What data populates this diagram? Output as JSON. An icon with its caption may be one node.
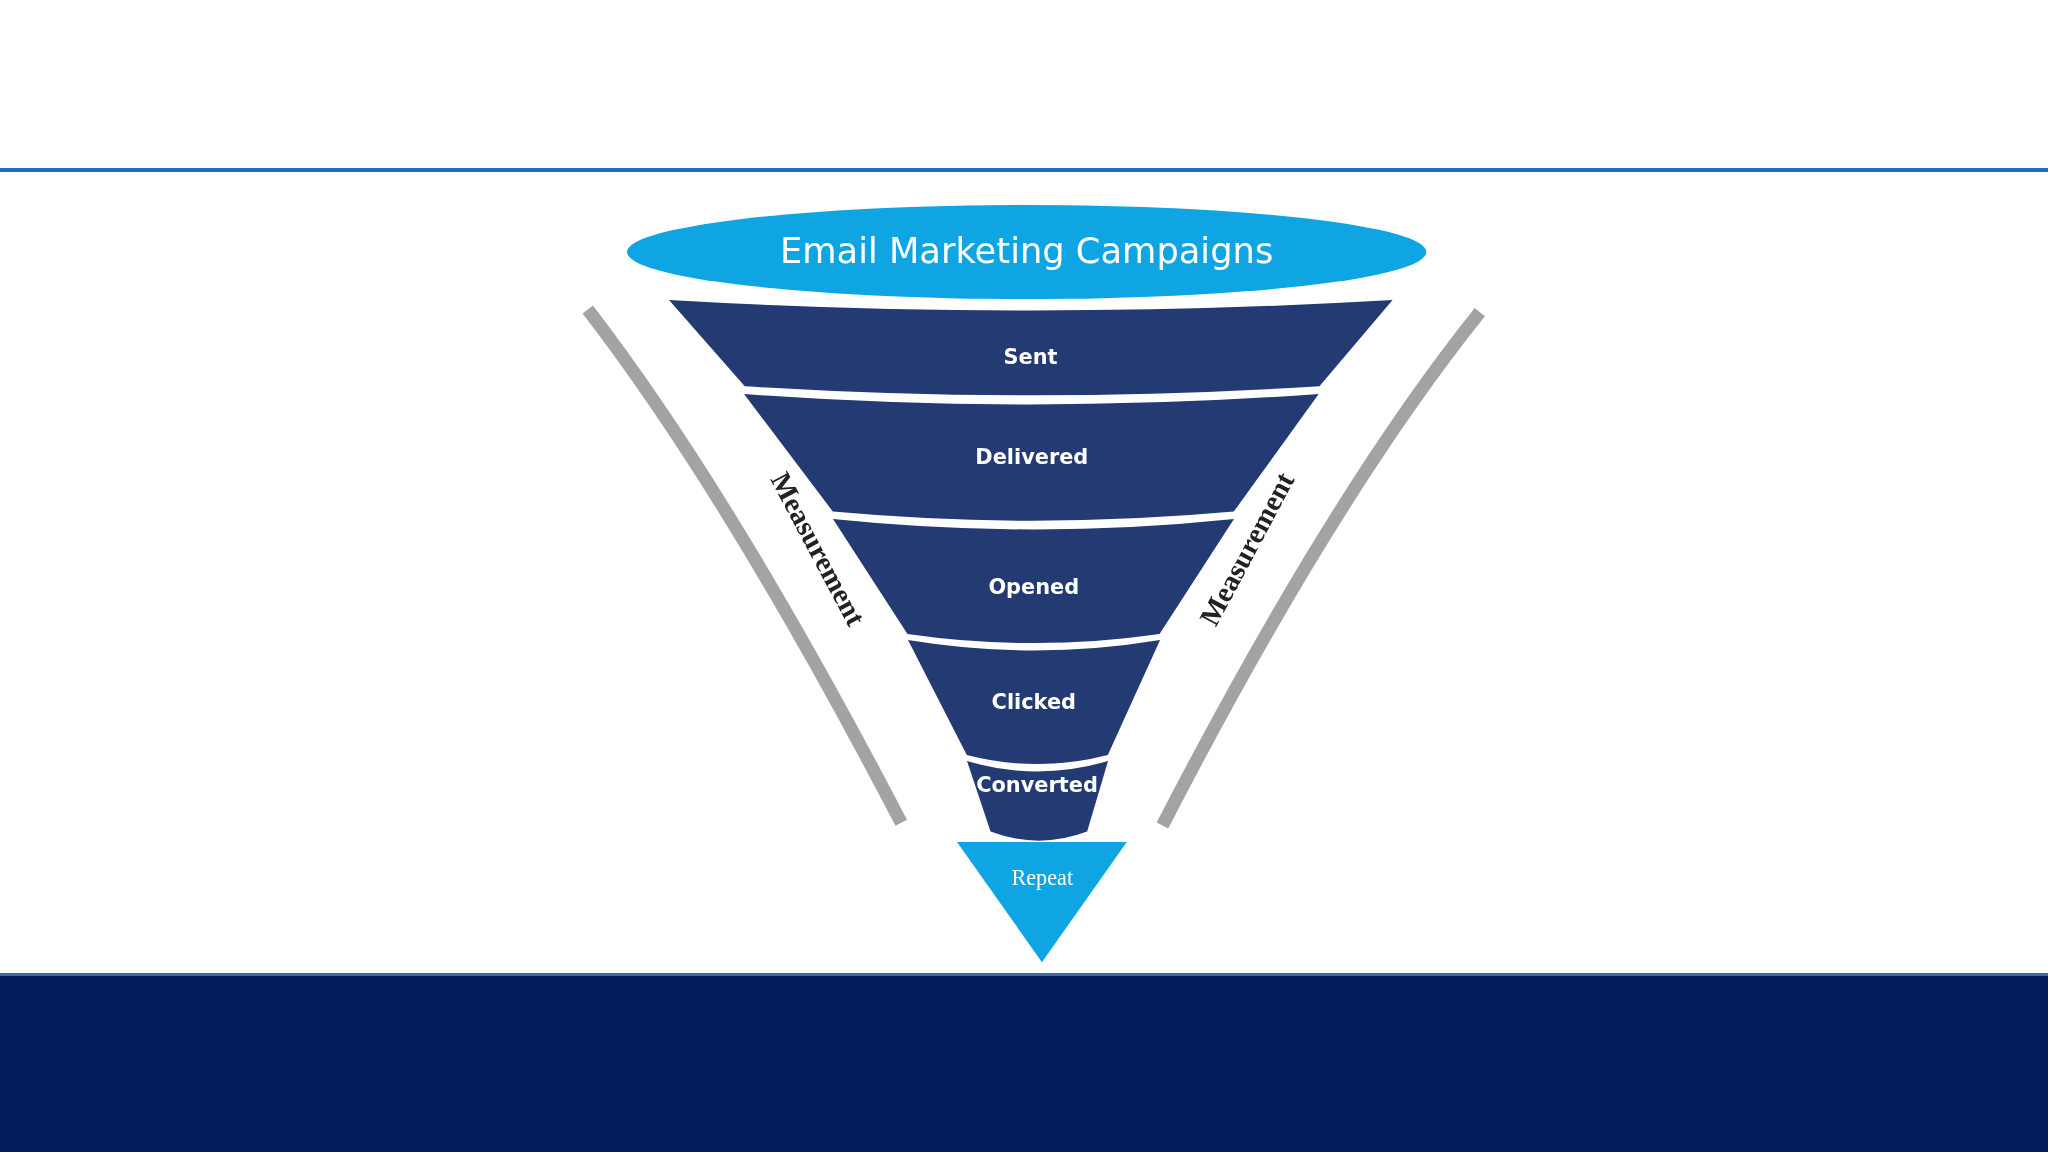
{
  "diagram": {
    "nodes": [
      {
        "text": [
          "Email Marketing Campaigns"
        ]
      },
      {
        "text": [
          "Sent"
        ]
      },
      {
        "text": [
          "Delivered"
        ]
      },
      {
        "text": [
          "Opened"
        ]
      },
      {
        "text": [
          "Clicked"
        ]
      },
      {
        "text": [
          "Converted"
        ]
      },
      {
        "text": [
          "Repeat"
        ]
      }
    ],
    "edges": [],
    "labels": [
      "Measurement",
      "Measurement"
    ]
  }
}
